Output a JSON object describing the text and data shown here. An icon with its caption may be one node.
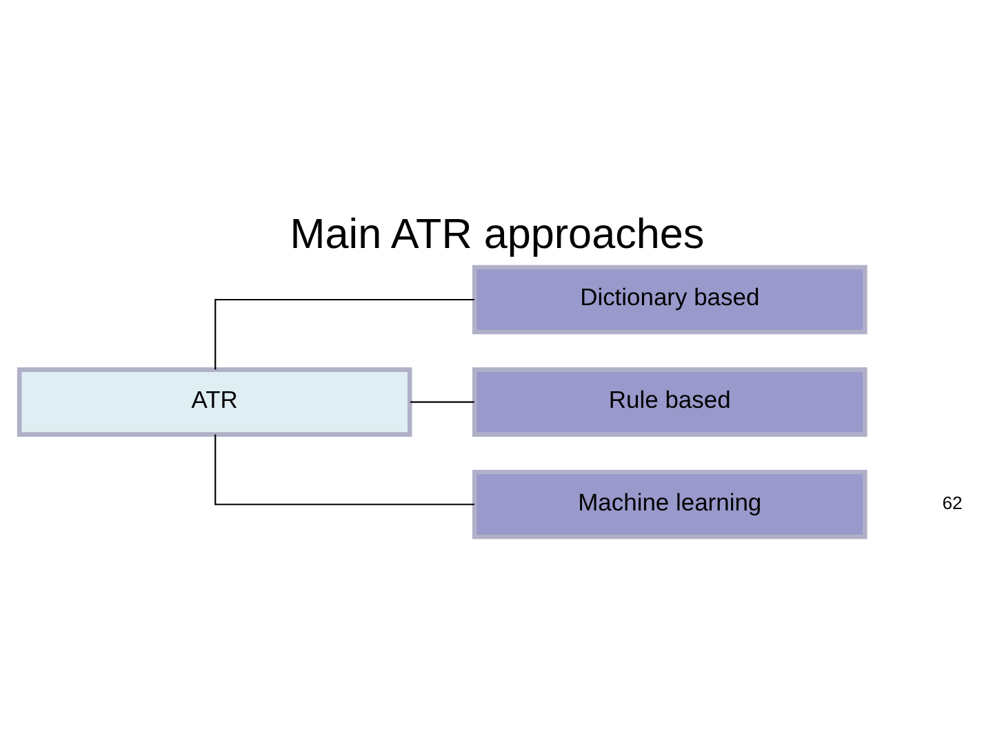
{
  "diagram": {
    "title": "Main ATR approaches",
    "nodes": [
      {
        "text": [
          "ATR"
        ]
      },
      {
        "text": [
          "Dictionary based"
        ]
      },
      {
        "text": [
          "Rule based"
        ]
      },
      {
        "text": [
          "Machine learning"
        ]
      }
    ],
    "edges": [
      {
        "from": 0,
        "to": 1,
        "arrow": "none"
      },
      {
        "from": 0,
        "to": 2,
        "arrow": "none"
      },
      {
        "from": 0,
        "to": 3,
        "arrow": "none"
      }
    ],
    "labels": [
      "62"
    ]
  }
}
